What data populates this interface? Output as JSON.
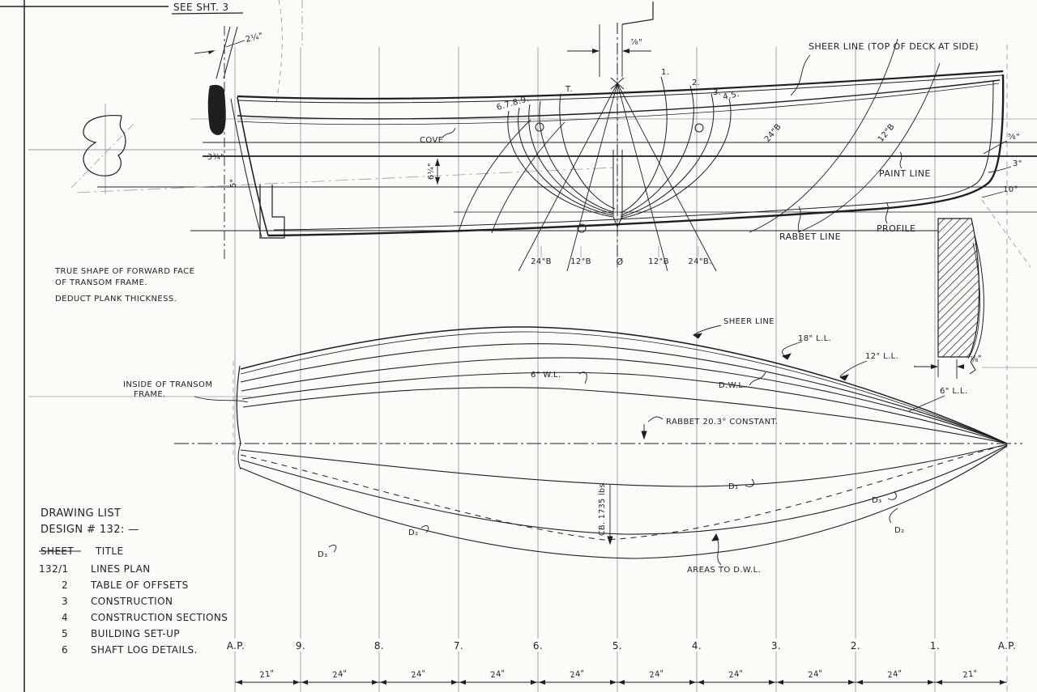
{
  "colors": {
    "paper": "#fbfbf8",
    "ink": "#1f1f1f",
    "pencil": "#9b9b9b"
  },
  "notes": {
    "see_sheet": "SEE SHT. 3",
    "true_shape_1": "TRUE SHAPE OF FORWARD FACE",
    "true_shape_2": "OF TRANSOM FRAME.",
    "true_shape_3": "DEDUCT PLANK THICKNESS."
  },
  "profile": {
    "sheer_label": "SHEER LINE (TOP OF DECK AT SIDE)",
    "cove": "COVE",
    "paint_line": "PAINT LINE",
    "rabbet_line": "RABBET LINE",
    "profile": "PROFILE",
    "sections_aft": "6.7.8.9.",
    "section_t": "T.",
    "section_1": "1.",
    "section_2": "2.",
    "section_3": "3.",
    "section_45": "4.5.",
    "dim_transom_rake": "2¼\"",
    "dim_stem_top": "⅞\"",
    "dim_mid": "6¼\"",
    "dim_transom_w": "3¾\"",
    "dim_transom_h": "5\"",
    "stem_dim_1": "⅝\"",
    "stem_dim_2": "3\"",
    "stem_dim_3": "10°",
    "buttock_diag_aft": "24\"B",
    "buttock_diag_fwd": "12\"B",
    "buttocks": [
      "24\"B",
      "12\"B",
      "Ø",
      "12\"B",
      "24\"B."
    ],
    "stem_section_dim": "⅞\""
  },
  "plan": {
    "sheer": "SHEER LINE",
    "ll18": "18\" L.L.",
    "ll12": "12\" L.L.",
    "dwl": "D.W.L.",
    "wl6": "6\" W.L.",
    "ll6": "6\" L.L.",
    "inside_transom_1": "INSIDE OF TRANSOM",
    "inside_transom_2": "FRAME.",
    "rabbet_note": "RABBET 20.3° CONSTANT.",
    "d1": "D₁",
    "d2": "D₂",
    "d3": "D₃",
    "areas": "AREAS TO D.W.L.",
    "cb": "CB. 1735 lbs"
  },
  "drawing_list": {
    "title": "DRAWING LIST",
    "design": "DESIGN # 132: —",
    "col_sheet": "SHEET",
    "col_title": "TITLE",
    "rows": [
      {
        "sheet": "132/1",
        "title": "LINES PLAN"
      },
      {
        "sheet": "2",
        "title": "TABLE OF OFFSETS"
      },
      {
        "sheet": "3",
        "title": "CONSTRUCTION"
      },
      {
        "sheet": "4",
        "title": "CONSTRUCTION SECTIONS"
      },
      {
        "sheet": "5",
        "title": "BUILDING SET-UP"
      },
      {
        "sheet": "6",
        "title": "SHAFT LOG DETAILS."
      }
    ]
  },
  "stations": {
    "labels": [
      "A.P.",
      "9.",
      "8.",
      "7.",
      "6.",
      "5.",
      "4.",
      "3.",
      "2.",
      "1.",
      "A.P."
    ],
    "spacings": [
      "21\"",
      "24\"",
      "24\"",
      "24\"",
      "24\"",
      "24\"",
      "24\"",
      "24\"",
      "24\"",
      "21\""
    ]
  }
}
